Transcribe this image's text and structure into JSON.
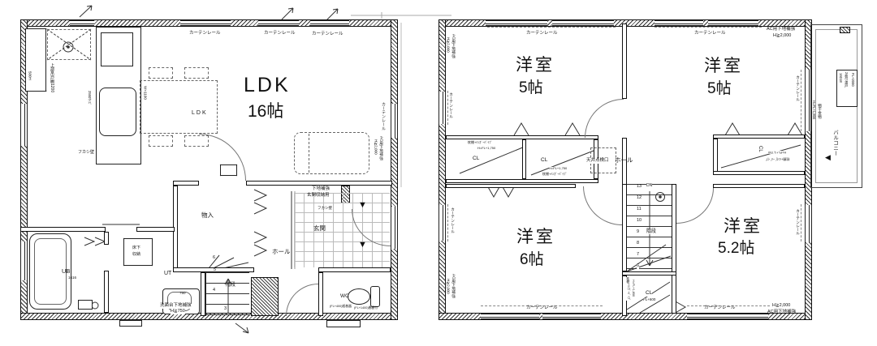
{
  "shared": {
    "curtain_rail": "カーテンレール",
    "ac_brace": "AC用下地補強",
    "h2000": "H≧2,000",
    "hall": "ホール",
    "stairs": "階段",
    "cl": "CL"
  },
  "floor1": {
    "ldk_title": "LDK",
    "ldk_size": "16帖",
    "ldk_small": "LDK",
    "kitchen": {
      "upper_cabinet": "上部吊戸棚1200",
      "tall_cabinet": "500H",
      "counter_width": "W=1100",
      "counter_size": "2550ｻｲｽﾞ",
      "fukashi_wall": "フカシ壁"
    },
    "rooms": {
      "monoire": "物入",
      "genkan": "玄関",
      "ut": "UT",
      "ub": "UB",
      "ub_size": "1616",
      "wc": "WC",
      "yukashita1": "床下",
      "yukashita2": "収納"
    },
    "notes": {
      "genkan_shitaji1": "下地補強",
      "genkan_shitaji2": "玄関収納用",
      "fukashi_wall2": "フカシ壁",
      "senmendai1": "洗面台下地補強",
      "senmendai2": "H≧750",
      "basin_width": "750",
      "wc_note1": "(FL+400)紙巻器",
      "wc_note2": "(FL+1400)棚板付"
    },
    "stair_nums": [
      "3",
      "4",
      "5",
      "6"
    ]
  },
  "floor2": {
    "yoshitsu": "洋室",
    "size5": "5帖",
    "size6": "6帖",
    "size52": "5.2帖",
    "tenjo_tenkenko": "天井点検口",
    "dn": "DN",
    "balcony": "バルコニー",
    "closet_notes": {
      "makuradana": "枕棚+ﾊﾝｶﾞｰﾊﾟｲﾌﾟ",
      "h1750": "H=FL+1,750",
      "h1850": "H=FL+1,850",
      "fl600": "FL+600"
    },
    "balcony_notes": {
      "monohoshi": "物干金物",
      "h1800": "H=FL+1,800",
      "window1": "16018",
      "window2": "2枚引違戸",
      "window3": "FL+2000"
    },
    "stair_nums": [
      "6",
      "7",
      "8",
      "9",
      "10",
      "11",
      "12",
      "13"
    ]
  }
}
